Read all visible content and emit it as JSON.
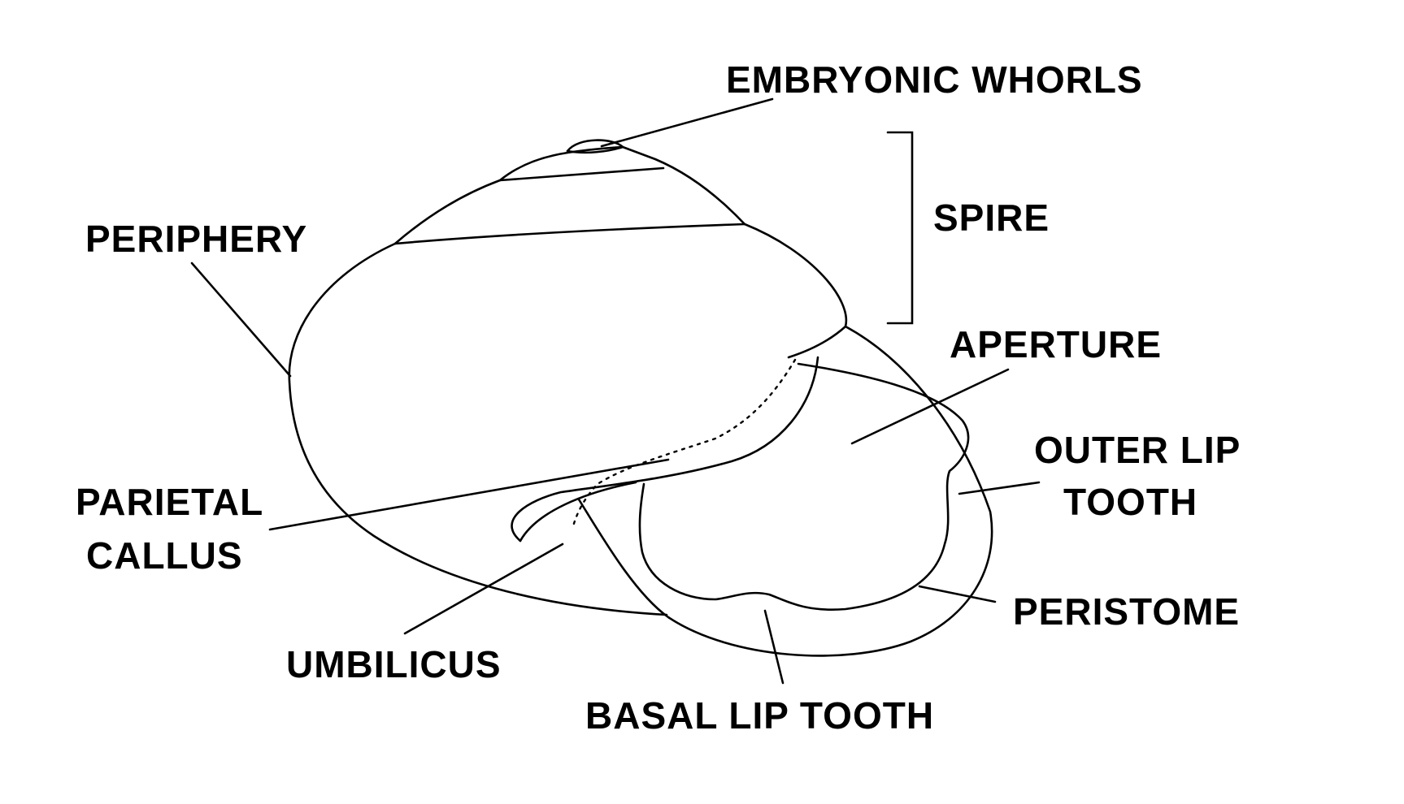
{
  "labels": {
    "embryonic_whorls": "EMBRYONIC WHORLS",
    "spire": "SPIRE",
    "periphery": "PERIPHERY",
    "aperture": "APERTURE",
    "outer_lip_tooth_line1": "OUTER LIP",
    "outer_lip_tooth_line2": "TOOTH",
    "parietal_callus_line1": "PARIETAL",
    "parietal_callus_line2": "CALLUS",
    "peristome": "PERISTOME",
    "umbilicus": "UMBILICUS",
    "basal_lip_tooth": "BASAL LIP TOOTH"
  },
  "colors": {
    "ink": "#000000",
    "background": "#ffffff"
  }
}
